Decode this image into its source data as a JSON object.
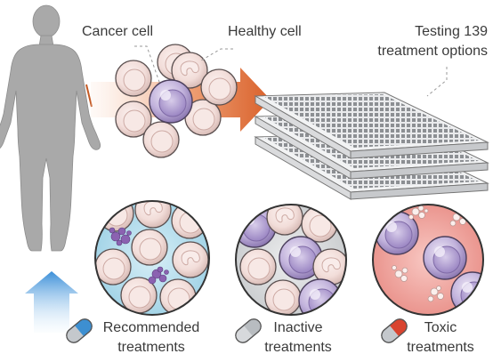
{
  "labels": {
    "cancer_cell": "Cancer cell",
    "healthy_cell": "Healthy cell",
    "testing_line1": "Testing 139",
    "testing_line2": "treatment options"
  },
  "outcomes": [
    {
      "line1": "Recommended",
      "line2": "treatments",
      "pill_color": "#3d8fd1",
      "background": "#bfe1ee"
    },
    {
      "line1": "Inactive",
      "line2": "treatments",
      "pill_color": "#b8bcc0",
      "background": "#dfe1e3"
    },
    {
      "line1": "Toxic",
      "line2": "treatments",
      "pill_color": "#d9442f",
      "background": "#f4b3ad"
    }
  ],
  "colors": {
    "silhouette": "#a9a9a9",
    "cancer_cell": "#b9a6d6",
    "healthy_cell": "#f1dcd8",
    "arrow_orange": "#e07a46",
    "arrow_blue": "#3a8fd8"
  }
}
